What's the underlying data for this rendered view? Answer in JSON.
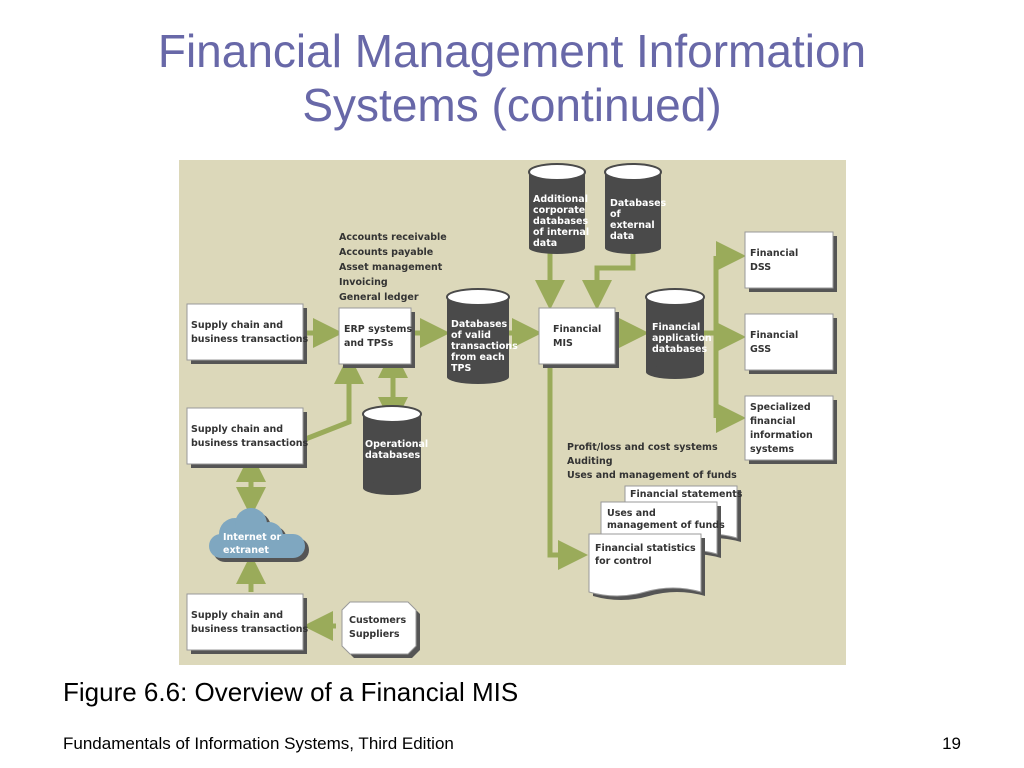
{
  "slide": {
    "title_line1": "Financial Management Information",
    "title_line2": "Systems (continued)",
    "caption": "Figure 6.6: Overview of a Financial MIS",
    "footer": "Fundamentals of Information Systems, Third Edition",
    "page_number": "19"
  },
  "diagram": {
    "supply_chain": {
      "line1": "Supply chain and",
      "line2": "business transactions"
    },
    "erp": {
      "line1": "ERP systems",
      "line2": "and TPSs"
    },
    "erp_list": [
      "Accounts receivable",
      "Accounts payable",
      "Asset management",
      "Invoicing",
      "General ledger"
    ],
    "valid_db": [
      "Databases",
      "of valid",
      "transactions",
      "from each",
      "TPS"
    ],
    "operational_db": [
      "Operational",
      "databases"
    ],
    "internal_db": [
      "Additional",
      "corporate",
      "databases",
      "of internal",
      "data"
    ],
    "external_db": [
      "Databases",
      "of",
      "external",
      "data"
    ],
    "fin_mis": {
      "line1": "Financial",
      "line2": "MIS"
    },
    "fin_app_db": [
      "Financial",
      "application",
      "databases"
    ],
    "outputs": {
      "dss": [
        "Financial",
        "DSS"
      ],
      "gss": [
        "Financial",
        "GSS"
      ],
      "specialized": [
        "Specialized",
        "financial",
        "information",
        "systems"
      ]
    },
    "mis_list": [
      "Profit/loss and cost systems",
      "Auditing",
      "Uses and management of funds"
    ],
    "reports": {
      "statements": "Financial statements",
      "uses": [
        "Uses and",
        "management of funds"
      ],
      "statistics": [
        "Financial statistics",
        "for control"
      ]
    },
    "internet": [
      "Internet or",
      "extranet"
    ],
    "customers": [
      "Customers",
      "Suppliers"
    ]
  },
  "colors": {
    "title": "#6868a8",
    "figure_background": "#dcd8ba",
    "arrow": "#9aab5a",
    "database": "#4a4a4a",
    "cloud": "#7fa7c0"
  }
}
